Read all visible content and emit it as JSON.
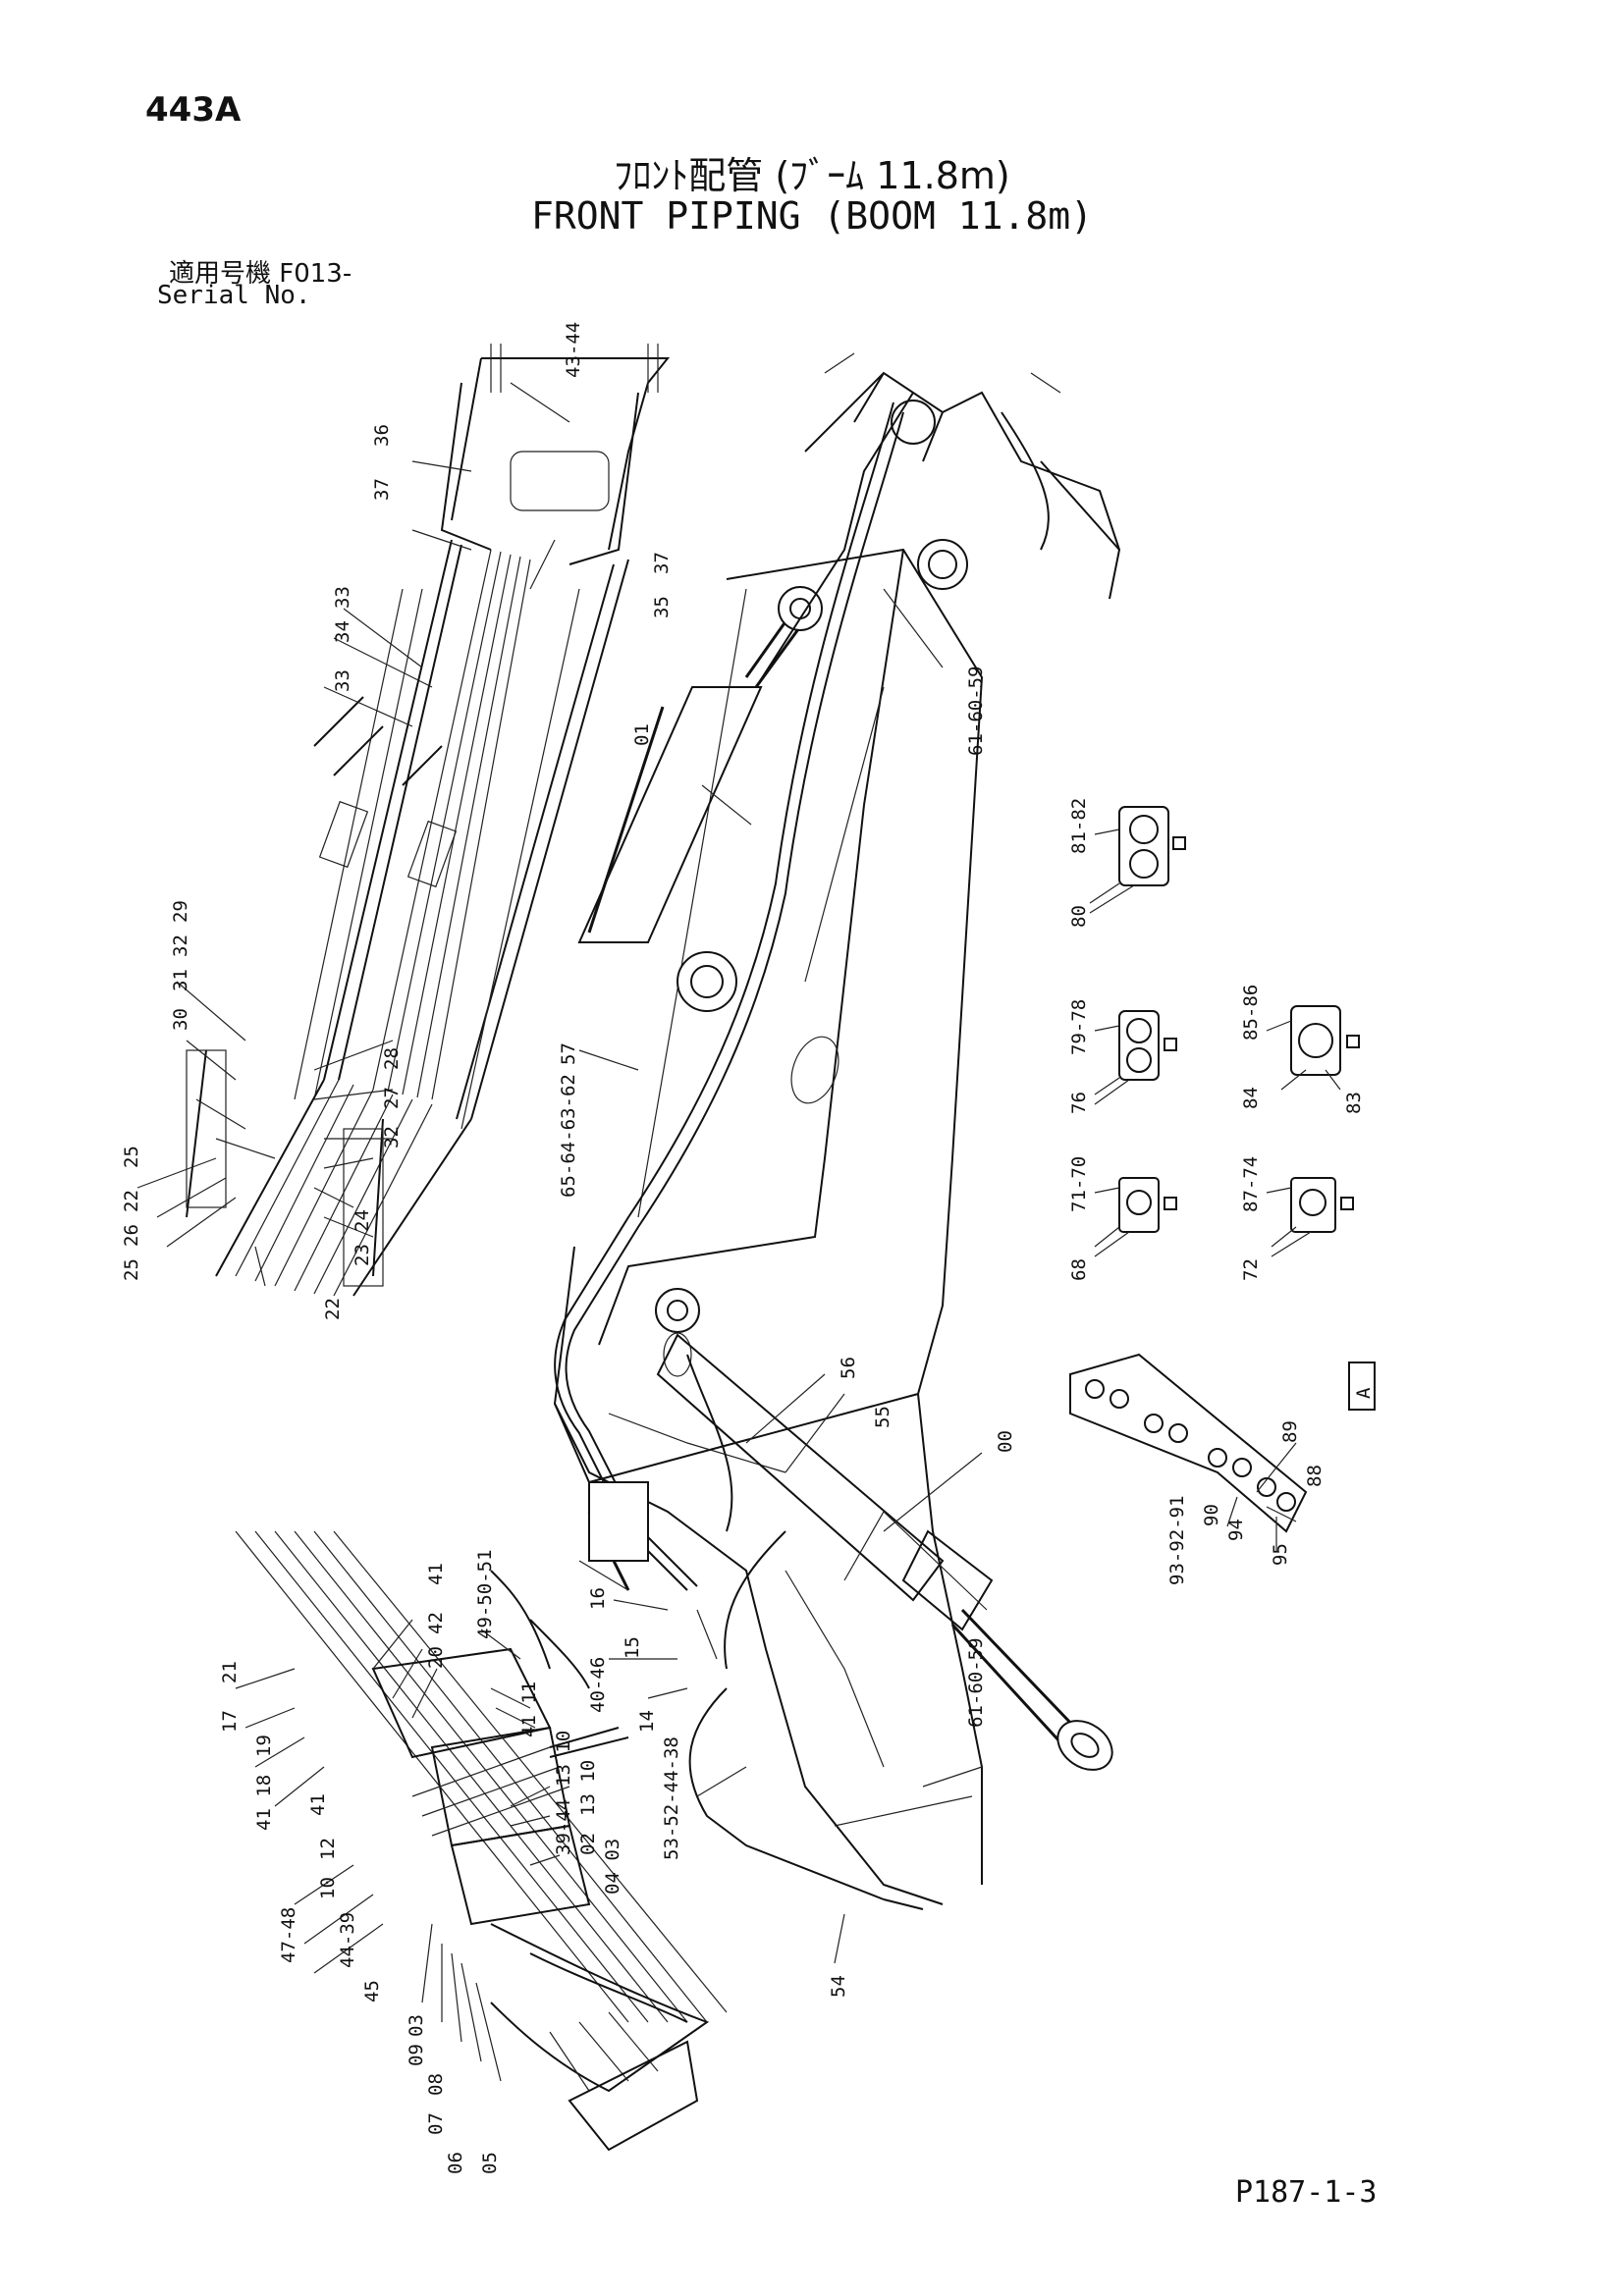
{
  "header": {
    "page_code": "443A",
    "title_jp": "ﾌﾛﾝﾄ配管 (ﾌﾞｰﾑ 11.8m)",
    "title_en": "FRONT PIPING (BOOM 11.8m)",
    "serial_label_jp": "適用号機  F013-",
    "serial_label_en": "Serial No."
  },
  "footer": {
    "page_ref": "P187-1-3"
  },
  "view_marker": "A",
  "parts": {
    "p01": "01",
    "p00": "00",
    "p25a": "25",
    "p25b": "25",
    "p26": "26",
    "p22a": "22",
    "p22b": "22",
    "p24": "24",
    "p23": "23",
    "p32a": "32",
    "p27": "27",
    "p28": "28",
    "p30": "30",
    "p31": "31",
    "p32b": "32",
    "p29": "29",
    "p33a": "33",
    "p34": "34",
    "p33b": "33",
    "p36": "36",
    "p37a": "37",
    "p43_44a": "43-44",
    "p37b": "37",
    "p35": "35",
    "p57": "57",
    "p65_64_63_62": "65-64-63-62",
    "p61_60_59a": "61-60-59",
    "p61_60_59b": "61-60-59",
    "p81_82": "81-82",
    "p80": "80",
    "p79_78": "79-78",
    "p76": "76",
    "p85_86": "85-86",
    "p84": "84",
    "p83": "83",
    "p71_70": "71-70",
    "p68": "68",
    "p87_74": "87-74",
    "p72": "72",
    "p56": "56",
    "p55": "55",
    "p89": "89",
    "p88": "88",
    "p90": "90",
    "p94": "94",
    "p95": "95",
    "p93_92_91": "93-92-91",
    "p16": "16",
    "p15": "15",
    "p40_46": "40-46",
    "p14": "14",
    "p53_52_44_38": "53-52-44-38",
    "p54": "54",
    "p17": "17",
    "p21": "21",
    "p19": "19",
    "p41_18": "41 18",
    "p41a": "41",
    "p12": "12",
    "p10": "10",
    "p47_48": "47-48",
    "p44_39": "44-39",
    "p45": "45",
    "p03a": "03",
    "p09": "09",
    "p08": "08",
    "p07": "07",
    "p06": "06",
    "p05": "05",
    "p41b": "41",
    "p42": "42",
    "p20": "20",
    "p49_50_51": "49-50-51",
    "p41_11": "41 11",
    "p13_10": "13 10",
    "p39_44": "39-44",
    "p13_10b": "13 10",
    "p02": "02",
    "p04_03": "04 03"
  }
}
